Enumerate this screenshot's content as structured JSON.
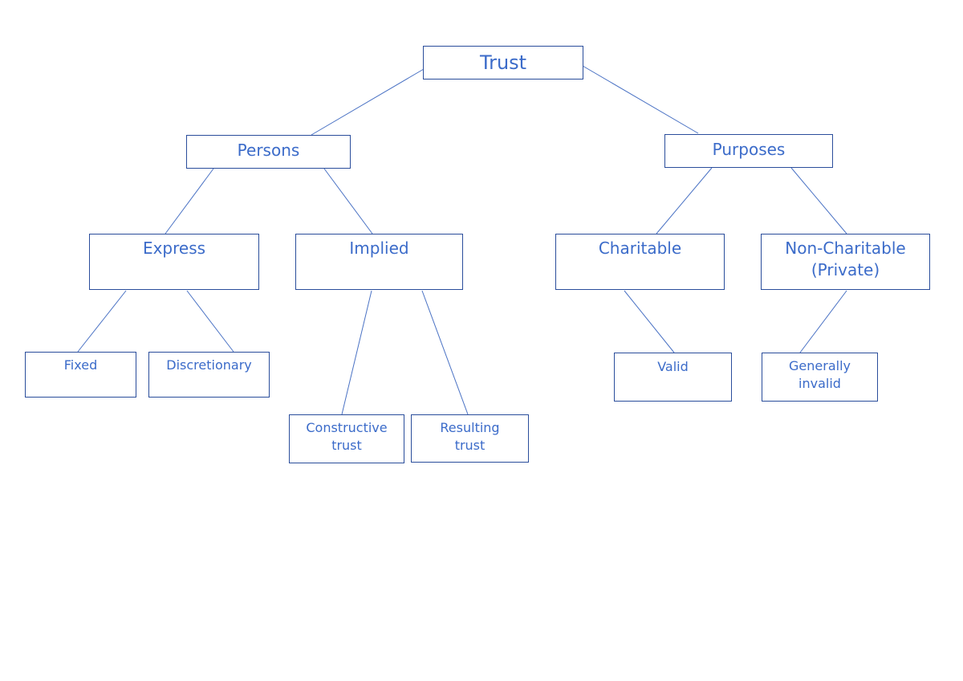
{
  "colors": {
    "border": "#2a4d9b",
    "text": "#3b6bc9",
    "connector": "#4a72c4"
  },
  "nodes": {
    "trust": "Trust",
    "persons": "Persons",
    "purposes": "Purposes",
    "express": "Express",
    "implied": "Implied",
    "charitable": "Charitable",
    "non_charitable": "Non-Charitable\n(Private)",
    "fixed": "Fixed",
    "discretionary": "Discretionary",
    "constructive_trust": "Constructive\ntrust",
    "resulting_trust": "Resulting\ntrust",
    "valid": "Valid",
    "generally_invalid": "Generally\ninvalid"
  }
}
